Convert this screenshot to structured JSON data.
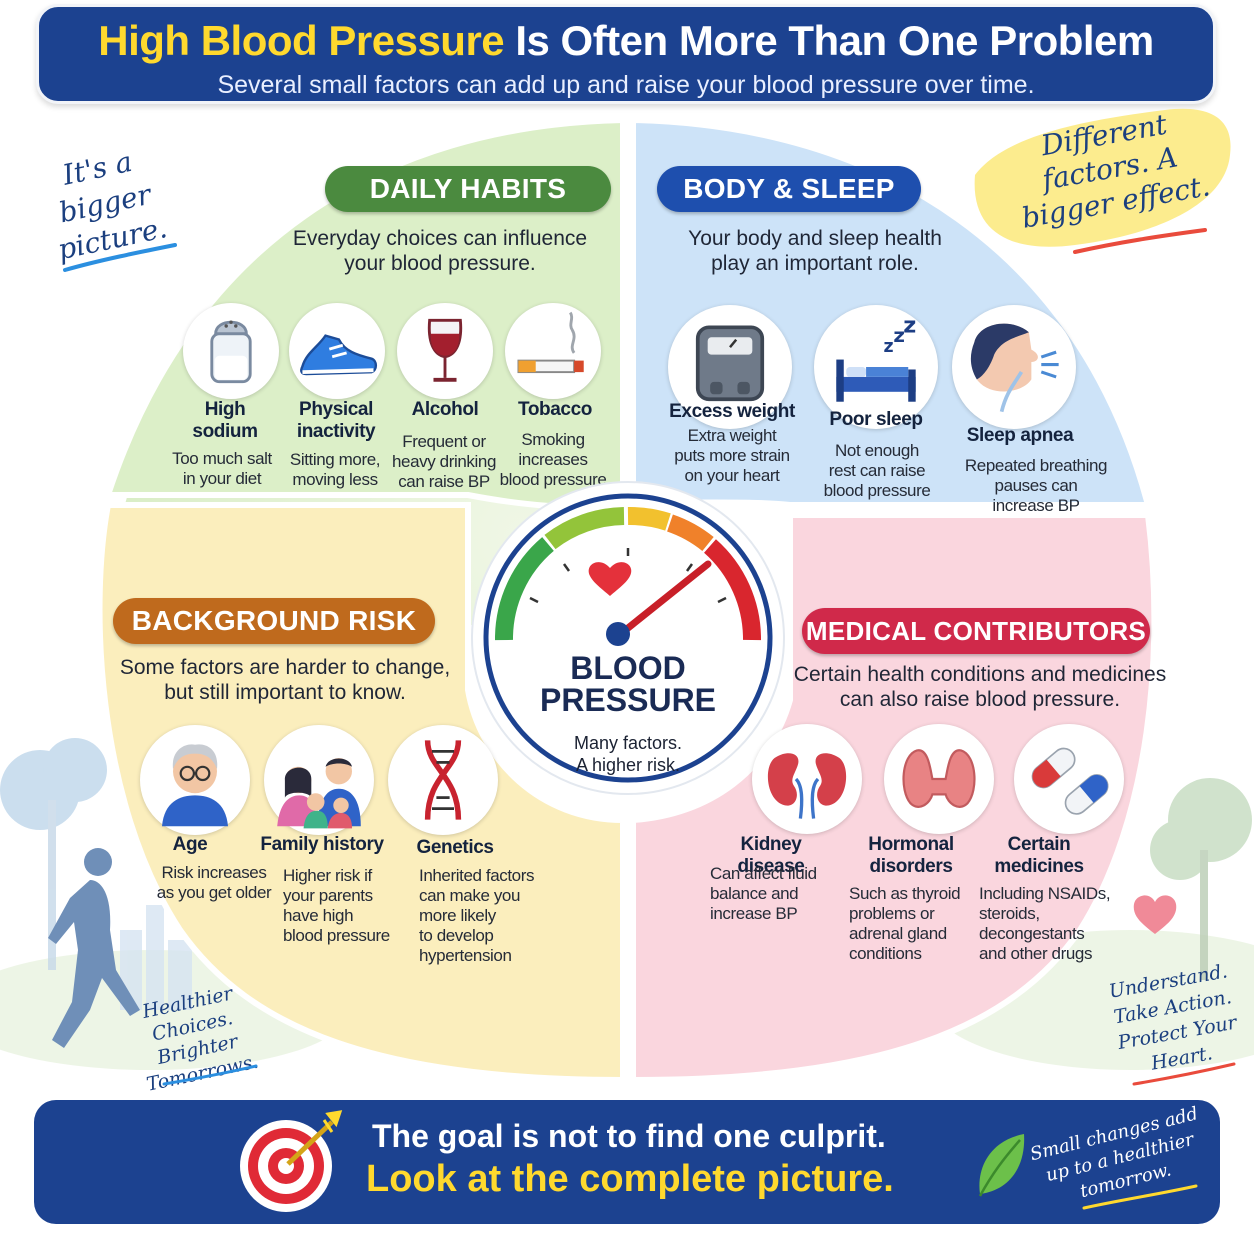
{
  "header": {
    "title_highlight": "High Blood Pressure",
    "title_rest": " Is Often More Than One Problem",
    "subtitle": "Several small factors can add up and raise your blood pressure over time."
  },
  "notes": {
    "bigger_picture": "It's a bigger picture.",
    "different_factors": "Different factors. A bigger effect.",
    "healthier": "Healthier Choices. Brighter Tomorrows.",
    "understand": "Understand. Take Action. Protect Your Heart.",
    "small_changes": "Small changes add up to a healthier tomorrow."
  },
  "quadrants": {
    "daily": {
      "title": "DAILY HABITS",
      "desc_1": "Everyday choices can influence",
      "desc_2": "your  blood pressure.",
      "items": [
        {
          "icon": "salt-shaker-icon",
          "label_1": "High",
          "label_2": "sodium",
          "desc_1": "Too much salt",
          "desc_2": "in your diet"
        },
        {
          "icon": "sneaker-icon",
          "label_1": "Physical",
          "label_2": "inactivity",
          "desc_1": "Sitting more,",
          "desc_2": "moving less"
        },
        {
          "icon": "wine-glass-icon",
          "label_1": "Alcohol",
          "desc_1": "Frequent or",
          "desc_2": "heavy drinking",
          "desc_3": "can raise BP"
        },
        {
          "icon": "cigarette-icon",
          "label_1": "Tobacco",
          "desc_1": "Smoking",
          "desc_2": "increases",
          "desc_3": "blood pressure"
        }
      ]
    },
    "body": {
      "title": "BODY & SLEEP",
      "desc_1": "Your body and sleep health",
      "desc_2": "play an important role.",
      "items": [
        {
          "icon": "scale-icon",
          "label_1": "Excess weight",
          "desc_1": "Extra weight",
          "desc_2": "puts more strain",
          "desc_3": "on your heart"
        },
        {
          "icon": "bed-icon",
          "label_1": "Poor sleep",
          "desc_1": "Not enough",
          "desc_2": "rest can raise",
          "desc_3": "blood pressure"
        },
        {
          "icon": "sleep-apnea-icon",
          "label_1": "Sleep apnea",
          "desc_1": "Repeated breathing",
          "desc_2": "pauses can",
          "desc_3": "increase BP"
        }
      ]
    },
    "background": {
      "title": "BACKGROUND RISK",
      "desc_1": "Some factors are harder to change,",
      "desc_2": "but still important to know.",
      "items": [
        {
          "icon": "elderly-man-icon",
          "label_1": "Age",
          "desc_1": "Risk increases",
          "desc_2": "as you get older"
        },
        {
          "icon": "family-icon",
          "label_1": "Family history",
          "desc_1": "Higher risk if",
          "desc_2": "your parents",
          "desc_3": "have high",
          "desc_4": "blood pressure"
        },
        {
          "icon": "dna-icon",
          "label_1": "Genetics",
          "desc_1": "Inherited factors",
          "desc_2": "can make you",
          "desc_3": "more likely",
          "desc_4": "to develop",
          "desc_5": "hypertension"
        }
      ]
    },
    "medical": {
      "title": "MEDICAL CONTRIBUTORS",
      "desc_1": "Certain health conditions and medicines",
      "desc_2": "can also raise blood pressure.",
      "items": [
        {
          "icon": "kidneys-icon",
          "label_1": "Kidney disease",
          "desc_1": "Can affect fluid",
          "desc_2": "balance and",
          "desc_3": "increase BP"
        },
        {
          "icon": "thyroid-icon",
          "label_1": "Hormonal",
          "label_2": "disorders",
          "desc_1": "Such as thyroid",
          "desc_2": "problems or",
          "desc_3": "adrenal gland",
          "desc_4": "conditions"
        },
        {
          "icon": "pills-icon",
          "label_1": "Certain",
          "label_2": "medicines",
          "desc_1": "Including NSAIDs,",
          "desc_2": "steroids,",
          "desc_3": "decongestants",
          "desc_4": "and other drugs"
        }
      ]
    }
  },
  "gauge": {
    "title_1": "BLOOD",
    "title_2": "PRESSURE",
    "sub_1": "Many factors.",
    "sub_2": "A higher risk."
  },
  "footer": {
    "line1": "The goal is not to find one culprit.",
    "line2": "Look at the complete picture."
  },
  "colors": {
    "navy": "#1c4290",
    "yellow": "#ffd92e",
    "daily_green": "#4b8a3f",
    "body_blue": "#1e4fae",
    "background_orange": "#bf6a1d",
    "medical_red": "#d0294a"
  }
}
